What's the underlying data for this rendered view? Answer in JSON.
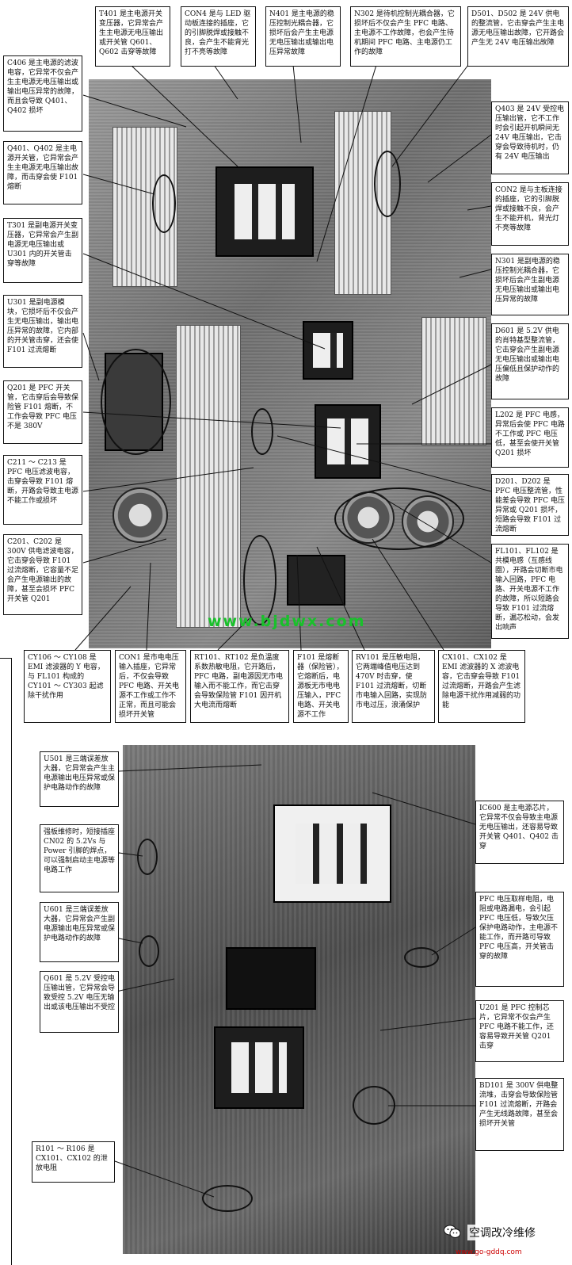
{
  "watermark": "www.bjdwx.com",
  "footer": {
    "account": "空调改冷维修",
    "url": "www.go-gddq.com"
  },
  "icons": {
    "wechat": "wechat-icon"
  },
  "callouts": {
    "t401": "T401 是主电源开关变压器，它异常会产生主电源无电压输出或开关管 Q601、Q602 击穿等故障",
    "con4": "CON4 是与 LED 驱动板连接的插座，它的引脚脱焊或接触不良，会产生不能背光打不亮等故障",
    "n401": "N401 是主电源的稳压控制光耦合器，它损坏后会产生主电源无电压输出或输出电压异常故障",
    "n302": "N302 是待机控制光耦合器，它损坏后不仅会产生 PFC 电路、主电源不工作故障，也会产生待机期间 PFC 电路、主电源仍工作的故障",
    "d501": "D501、D502 是 24V 供电的整流管，它击穿会产生主电源无电压输出故障，它开路会产生无 24V 电压输出故障",
    "c406": "C406 是主电源的滤波电容，它异常不仅会产生主电源无电压输出或输出电压异常的故障，而且会导致 Q401、Q402 损坏",
    "q403": "Q403 是 24V 受控电压输出管，它不工作时会引起开机瞬间无 24V 电压输出，它击穿会导致待机时，仍有 24V 电压输出",
    "q401": "Q401、Q402 是主电源开关管，它异常会产生主电源无电压输出故障，而击穿会使 F101 熔断",
    "con2": "CON2 是与主板连接的插座，它的引脚脱焊或接触不良，会产生不能开机，背光灯不亮等故障",
    "t301": "T301 是副电源开关变压器，它异常会产生副电源无电压输出或 U301 内的开关管击穿等故障",
    "n301": "N301 是副电源的稳压控制光耦合器，它损坏后会产生副电源无电压输出或输出电压异常的故障",
    "u301": "U301 是副电源模块，它损坏后不仅会产生无电压输出，输出电压异常的故障，它内部的开关管击穿，还会使 F101 过流熔断",
    "d601": "D601 是 5.2V 供电的肖特基型整流管，它击穿会产生副电源无电压输出或输出电压偏低且保护动作的故障",
    "q201": "Q201 是 PFC 开关管，它击穿后会导致保险管 F101 熔断，不工作会导致 PFC 电压不是 380V",
    "l202": "L202 是 PFC 电感，异常后会使 PFC 电路不工作或 PFC 电压低，甚至会使开关管 Q201 损坏",
    "d201": "D201、D202 是 PFC 电压整流管，性能差会导致 PFC 电压异常或 Q201 损坏，短路会导致 F101 过流熔断",
    "c211": "C211 ～ C213 是 PFC 电压滤波电容，击穿会导致 F101 熔断，开路会导致主电源不能工作或损坏",
    "fl101": "FL101、FL102 是共模电感（互感线圈），开路会切断市电输入回路，PFC 电路、开关电源不工作的故障，所以短路会导致 F101 过流熔断，漏芯松动，会发出响声",
    "c201": "C201、C202 是 300V 供电滤波电容，它击穿会导致 F101 过流熔断，它容量不足会产生电源输出的故障，甚至会损坏 PFC 开关管 Q201",
    "cy106": "CY106 ～ CY108 是 EMI 滤波器的 Y 电容，与 FL101 构成的 CY101 ～ CY303 起滤除干扰作用",
    "con1": "CON1 是市电电压输入插座，它异常后，不仅会导致 PFC 电路、开关电源不工作或工作不正常，而且可能会损坏开关管",
    "rt101": "RT101、RT102 是负温度系数热敏电阻，它开路后，PFC 电路，副电源因无市电输入而不能工作，而它击穿会导致保险管 F101 因开机大电流而熔断",
    "f101": "F101 是熔断器（保险管），它熔断后，电源板无市电电压输入，PFC 电路、开关电源不工作",
    "rv101": "RV101 是压敏电阻，它两端峰值电压达到 470V 时击穿，使 F101 过流熔断，切断市电输入回路，实现防市电过压，浪涌保护",
    "cx101": "CX101、CX102 是 EMI 滤波器的 X 滤波电容，它击穿会导致 F101 过流熔断，开路会产生滤除电源干扰作用减弱的功能",
    "u501": "U501 是三端误差放大器，它异常会产生主电源输出电压异常或保护电路动作的故障",
    "ic600": "IC600 是主电源芯片，它异常不仅会导致主电源无电压输出，还容易导致开关管 Q401、Q402 击穿",
    "standby": "强板维修时，短接插座 CN02 的 5.2Vs 与 Power 引脚的焊点，可以强制启动主电源等电路工作",
    "u601": "U601 是三端误差放大器，它异常会产生副电源输出电压异常或保护电路动作的故障",
    "pfcr": "PFC 电压取样电阻，电阻或电路漏电，会引起 PFC 电压低，导致欠压保护电路动作，主电源不能工作，而开路可导致 PFC 电压高，开关管击穿的故障",
    "q601": "Q601 是 5.2V 受控电压输出管，它异常会导致受控 5.2V 电压无输出或该电压输出不受控",
    "u201": "U201 是 PFC 控制芯片，它异常不仅会产生 PFC 电路不能工作，还容易导致开关管 Q201 击穿",
    "bd101": "BD101 是 300V 供电整流堆，击穿会导致保险管 F101 过流熔断，开路会产生无线路故障，甚至会损坏开关管",
    "r101": "R101 ～ R106 是 CX101、CX102 的泄放电阻"
  }
}
